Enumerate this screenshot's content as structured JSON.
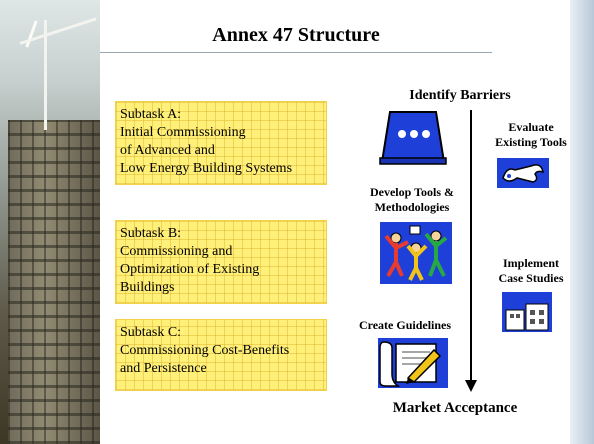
{
  "title": "Annex 47 Structure",
  "subtasks": [
    {
      "lines": [
        "Subtask A:",
        "Initial Commissioning",
        "of Advanced and",
        "Low Energy Building Systems"
      ]
    },
    {
      "lines": [
        "Subtask B:",
        "Commissioning and",
        "Optimization of Existing",
        "Buildings"
      ]
    },
    {
      "lines": [
        "Subtask C:",
        "Commissioning Cost-Benefits",
        "and Persistence"
      ]
    }
  ],
  "flow": {
    "identify_barriers": "Identify Barriers",
    "evaluate_tools": [
      "Evaluate",
      "Existing Tools"
    ],
    "develop_tools": [
      "Develop Tools &",
      "Methodologies"
    ],
    "implement_case_studies": [
      "Implement",
      "Case Studies"
    ],
    "create_guidelines": "Create Guidelines",
    "market_acceptance": "Market Acceptance"
  },
  "colors": {
    "subtask_fill": "#fff07a",
    "subtask_grid": "#dcaf28",
    "icon_blue": "#1f3fd9"
  },
  "icons": {
    "identify_barriers": "barrier-icon",
    "evaluate_tools": "wrench-icon",
    "develop_tools": "team-celebration-icon",
    "implement_case_studies": "buildings-icon",
    "create_guidelines": "document-pen-icon"
  }
}
